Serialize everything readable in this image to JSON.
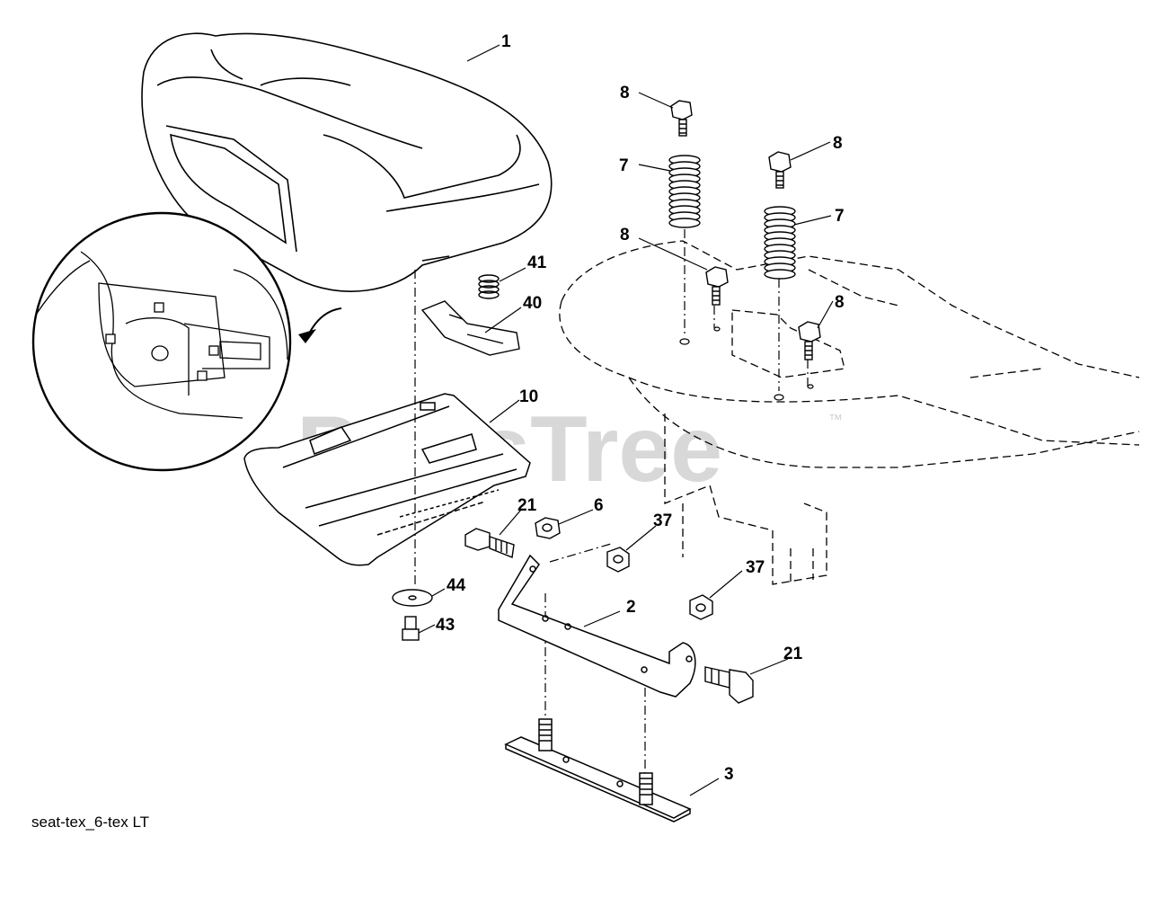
{
  "diagram": {
    "reference": "seat-tex_6-tex LT",
    "watermark": "PartsTree",
    "watermark_mark": "™",
    "callouts": {
      "c1": "1",
      "c2": "2",
      "c3": "3",
      "c6": "6",
      "c7a": "7",
      "c7b": "7",
      "c8a": "8",
      "c8b": "8",
      "c8c": "8",
      "c8d": "8",
      "c10": "10",
      "c21a": "21",
      "c21b": "21",
      "c37a": "37",
      "c37b": "37",
      "c40": "40",
      "c41": "41",
      "c43": "43",
      "c44": "44"
    }
  }
}
